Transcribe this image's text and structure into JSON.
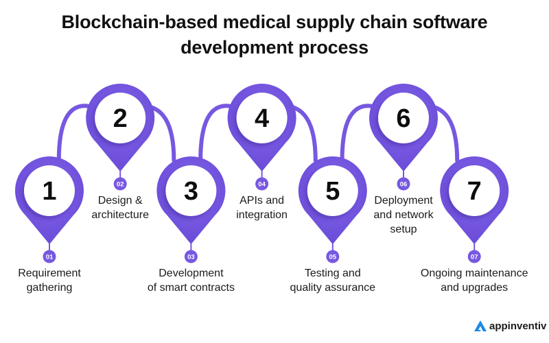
{
  "title_line1": "Blockchain-based medical supply chain software",
  "title_line2": "development process",
  "colors": {
    "accent": "#7758E0",
    "accent_dark": "#5E3FCC",
    "text": "#1a1a1a",
    "logo_blue": "#1E88E5"
  },
  "steps": [
    {
      "number": "1",
      "badge": "01",
      "label_lines": [
        "Requirement",
        "gathering"
      ],
      "row": "low"
    },
    {
      "number": "2",
      "badge": "02",
      "label_lines": [
        "Design &",
        "architecture"
      ],
      "row": "high"
    },
    {
      "number": "3",
      "badge": "03",
      "label_lines": [
        "Development",
        "of smart contracts"
      ],
      "row": "low"
    },
    {
      "number": "4",
      "badge": "04",
      "label_lines": [
        "APIs and",
        "integration"
      ],
      "row": "high"
    },
    {
      "number": "5",
      "badge": "05",
      "label_lines": [
        "Testing and",
        "quality assurance"
      ],
      "row": "low"
    },
    {
      "number": "6",
      "badge": "06",
      "label_lines": [
        "Deployment",
        "and network",
        "setup"
      ],
      "row": "high"
    },
    {
      "number": "7",
      "badge": "07",
      "label_lines": [
        "Ongoing maintenance",
        "and upgrades"
      ],
      "row": "low"
    }
  ],
  "logo": {
    "text": "appinventiv",
    "icon": "appinventiv-logo-icon"
  }
}
